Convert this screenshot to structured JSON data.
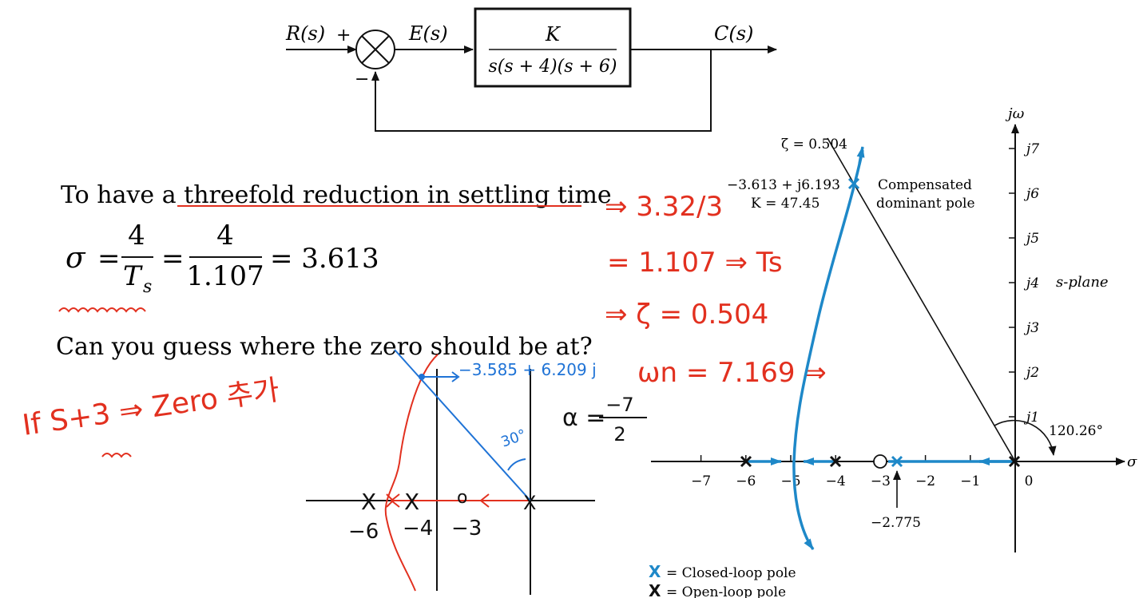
{
  "block_diagram": {
    "input": "R(s)",
    "plus": "+",
    "minus": "−",
    "error": "E(s)",
    "output": "C(s)",
    "tf_num": "K",
    "tf_den": "s(s + 4)(s + 6)"
  },
  "text": {
    "line1": "To have a threefold reduction in settling time",
    "question": "Can you guess where the zero should be at?"
  },
  "equation": {
    "lhs": "σ",
    "eq": "=",
    "n1": "4",
    "d1_main": "T",
    "d1_sub": "s",
    "n2": "4",
    "d2": "1.107",
    "result": "= 3.613"
  },
  "handwriting": {
    "h1": "⇒ 3.32/3",
    "h2": "= 1.107 ⇒ Ts",
    "h3": "⇒ ζ = 0.504",
    "h4": "ωn = 7.169 ⇒",
    "h5": "If  S+3 ⇒ Zero 추가",
    "blue_point": "−3.585 + 6.209 j",
    "blue_angle": "30°",
    "alpha_lhs": "α =",
    "alpha_num": "−7",
    "alpha_den": "2",
    "sk_m6": "−6",
    "sk_m4": "−4",
    "sk_m3": "−3"
  },
  "root_locus": {
    "jw_label": "jω",
    "sigma_label": "σ",
    "splane": "s-plane",
    "zeta": "ζ = 0.504",
    "pole_value": "−3.613 + j6.193",
    "gain": "K = 47.45",
    "comp_1": "Compensated",
    "comp_2": "dominant pole",
    "angle": "120.26°",
    "breakaway": "−2.775",
    "x_ticks": [
      "−7",
      "−6",
      "−5",
      "−4",
      "−3",
      "−2",
      "−1",
      "0"
    ],
    "y_ticks": [
      "j1",
      "j2",
      "j3",
      "j4",
      "j5",
      "j6",
      "j7"
    ],
    "legend_closed": "= Closed-loop pole",
    "legend_open": "= Open-loop pole",
    "colors": {
      "locus": "#1e88c8",
      "ink_red": "#e2301f",
      "ink_blue": "#1f73d6",
      "black": "#111111"
    }
  }
}
